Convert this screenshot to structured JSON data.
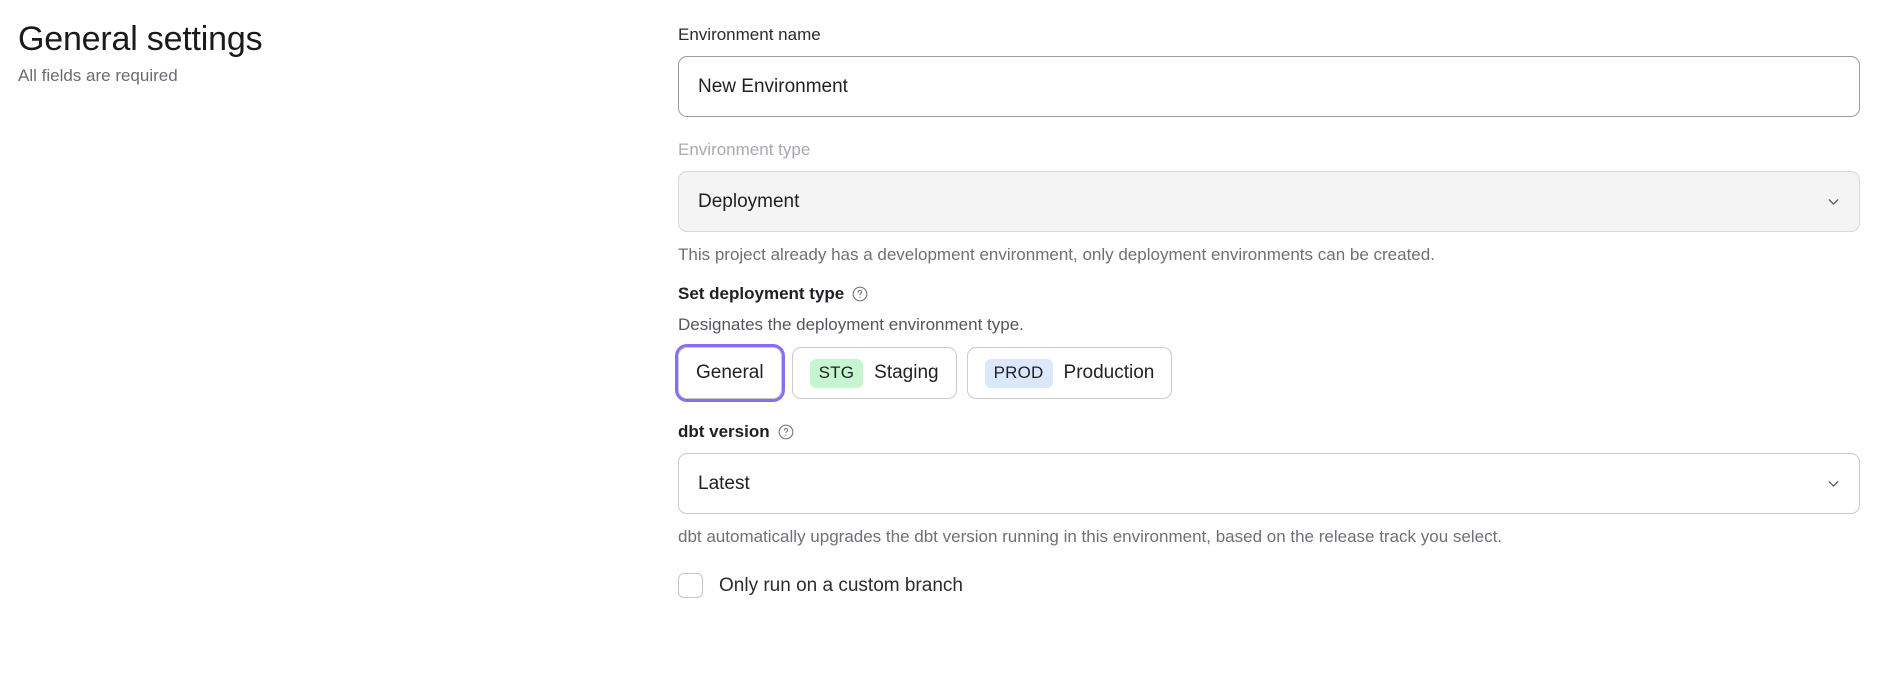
{
  "header": {
    "title": "General settings",
    "subtitle": "All fields are required"
  },
  "form": {
    "environment_name": {
      "label": "Environment name",
      "value": "New Environment",
      "placeholder": ""
    },
    "environment_type": {
      "label": "Environment type",
      "value": "Deployment",
      "disabled_hint": "This project already has a development environment, only deployment environments can be created.",
      "chevron_icon": "chevron-down-icon"
    },
    "deployment_type": {
      "label": "Set deployment type",
      "help_icon": "question-circle-icon",
      "description": "Designates the deployment environment type.",
      "options": [
        {
          "label": "General",
          "badge": "",
          "badge_color": "",
          "selected": true
        },
        {
          "label": "Staging",
          "badge": "STG",
          "badge_color": "#c6f6d0",
          "selected": false
        },
        {
          "label": "Production",
          "badge": "PROD",
          "badge_color": "#dbe8fb",
          "selected": false
        }
      ]
    },
    "dbt_version": {
      "label": "dbt version",
      "help_icon": "question-circle-icon",
      "value": "Latest",
      "hint": "dbt automatically upgrades the dbt version running in this environment, based on the release track you select.",
      "chevron_icon": "chevron-down-icon"
    },
    "custom_branch": {
      "label": "Only run on a custom branch",
      "checked": false
    }
  },
  "colors": {
    "focus_ring": "#8b6ef0",
    "badge_staging": "#c6f6d0",
    "badge_production": "#dbe8fb",
    "disabled_field_bg": "#f4f4f5"
  }
}
